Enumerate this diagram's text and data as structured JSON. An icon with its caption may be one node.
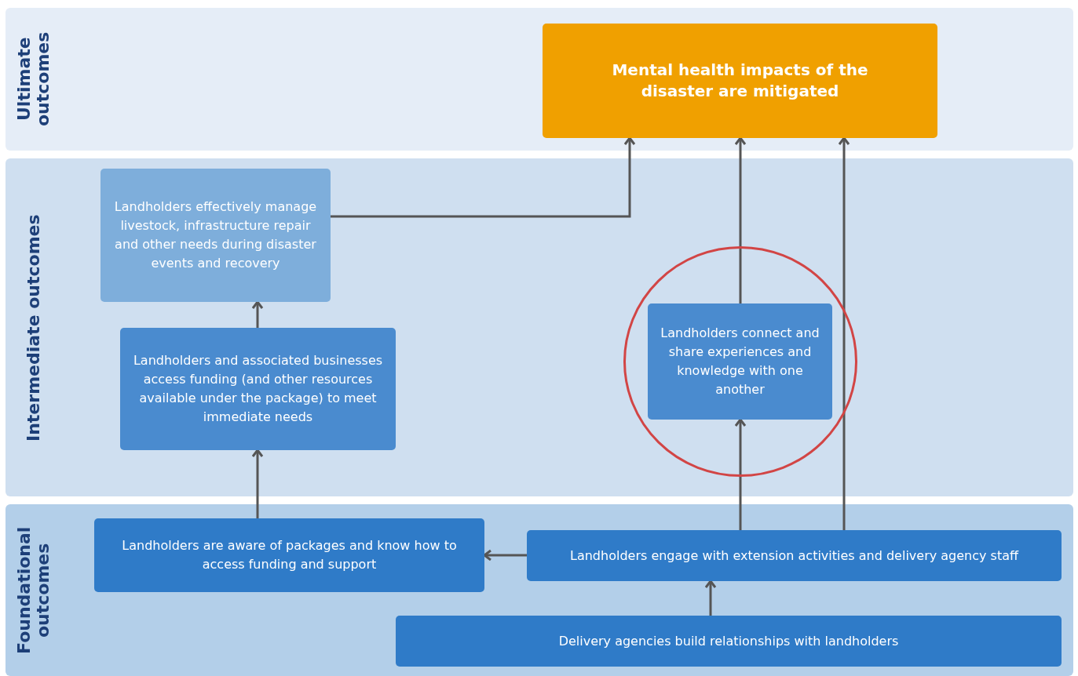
{
  "diagram": {
    "nodes": [
      {
        "text": [
          "Ultimate outcomes"
        ]
      },
      {
        "text": [
          "Mental health impacts of the disaster are mitigated"
        ],
        "in": 0
      },
      {
        "text": [
          "Intermediate outcomes"
        ]
      },
      {
        "text": [
          "Landholders effectively manage livestock, infrastructure repair and other needs during disaster events and recovery"
        ],
        "in": 2
      },
      {
        "text": [
          "Landholders and associated businesses access funding (and other resources available under the package) to meet immediate needs"
        ],
        "in": 2
      },
      {
        "text": [],
        "shape": "circle",
        "in": 2
      },
      {
        "text": [
          "Landholders connect and share experiences and knowledge with one another"
        ],
        "in": 5
      },
      {
        "text": [
          "Foundational outcomes"
        ]
      },
      {
        "text": [
          "Landholders are aware of packages and know how to access funding and support"
        ],
        "in": 7
      },
      {
        "text": [
          "Landholders engage with extension activities and delivery agency staff"
        ],
        "in": 7
      },
      {
        "text": [
          "Delivery agencies build relationships with landholders"
        ],
        "in": 7
      }
    ],
    "edges": [
      {
        "from": 10,
        "to": 9,
        "arrow": "to"
      },
      {
        "from": 9,
        "to": 8,
        "arrow": "to"
      },
      {
        "from": 8,
        "to": 4,
        "arrow": "to"
      },
      {
        "from": 4,
        "to": 3,
        "arrow": "to"
      },
      {
        "from": 3,
        "to": 1,
        "arrow": "to"
      },
      {
        "from": 9,
        "to": 6,
        "arrow": "to"
      },
      {
        "from": 6,
        "to": 1,
        "arrow": "to"
      },
      {
        "from": 9,
        "to": 1,
        "arrow": "to"
      }
    ]
  }
}
